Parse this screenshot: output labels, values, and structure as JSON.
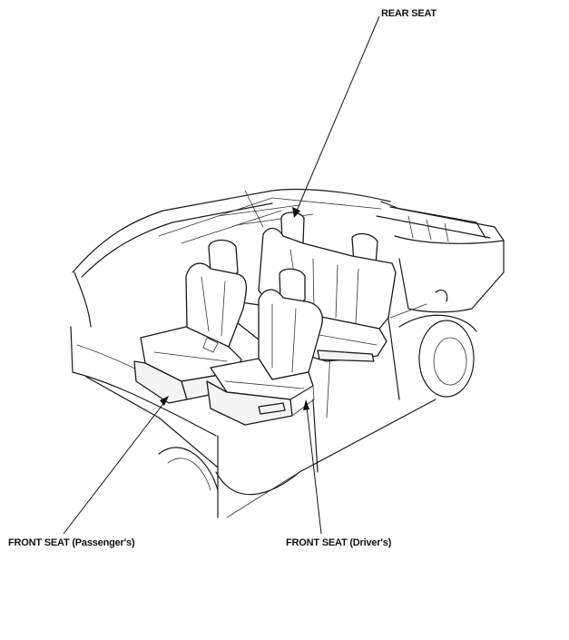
{
  "labels": {
    "rear_seat": "REAR SEAT",
    "front_seat_passenger": "FRONT SEAT (Passenger's)",
    "front_seat_driver": "FRONT SEAT (Driver's)"
  },
  "colors": {
    "line": "#1a1a1a",
    "background": "#ffffff"
  }
}
